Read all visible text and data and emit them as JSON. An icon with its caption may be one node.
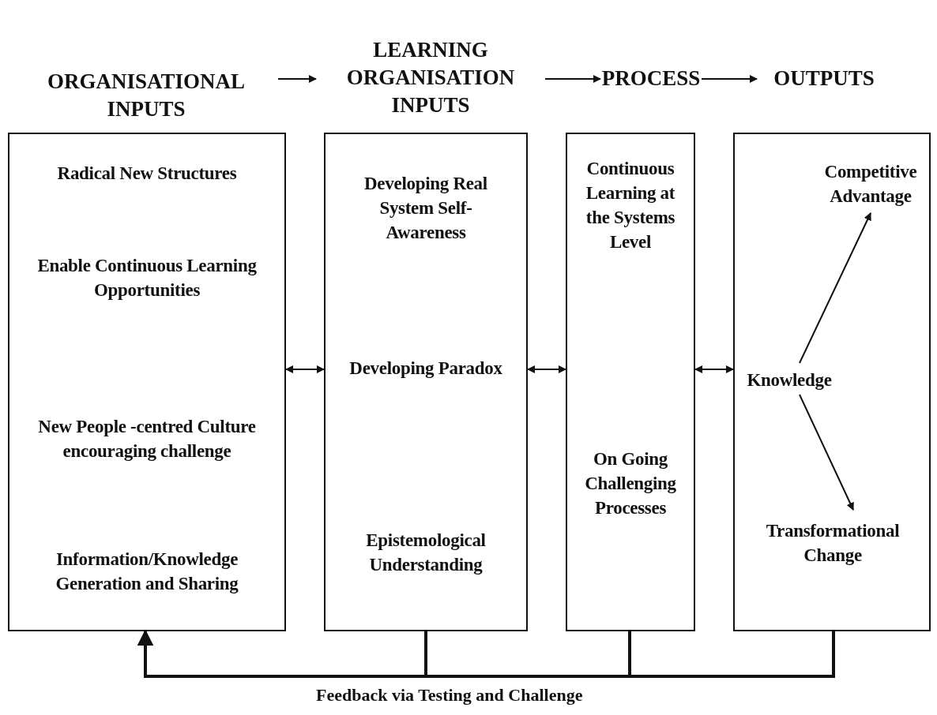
{
  "diagram": {
    "nodes": [
      {
        "text": [
          "ORGANISATIONAL INPUTS"
        ]
      },
      {
        "text": [
          "LEARNING ORGANISATION INPUTS"
        ]
      },
      {
        "text": [
          "PROCESS"
        ]
      },
      {
        "text": [
          "OUTPUTS"
        ]
      },
      {
        "text": [
          "Radical New Structures",
          "Enable Continuous Learning Opportunities",
          "New People -centred Culture encouraging challenge",
          "Information/Knowledge Generation and Sharing"
        ]
      },
      {
        "text": [
          "Developing Real System Self-Awareness",
          "Developing Paradox",
          "Epistemological Understanding"
        ]
      },
      {
        "text": [
          "Continuous Learning at the Systems Level",
          "On Going Challenging Processes"
        ]
      },
      {
        "text": [],
        "shape": "box"
      },
      {
        "text": [
          "Competitive Advantage"
        ],
        "in": 7
      },
      {
        "text": [
          "Knowledge"
        ],
        "in": 7
      },
      {
        "text": [
          "Transformational Change"
        ],
        "in": 7
      }
    ],
    "edges": [
      {
        "from": 0,
        "to": 1,
        "arrow": "to"
      },
      {
        "from": 1,
        "to": 2,
        "arrow": "to"
      },
      {
        "from": 2,
        "to": 3,
        "arrow": "to"
      },
      {
        "from": 4,
        "to": 5,
        "arrow": "both"
      },
      {
        "from": 5,
        "to": 6,
        "arrow": "both"
      },
      {
        "from": 6,
        "to": 7,
        "arrow": "both"
      },
      {
        "from": 9,
        "to": 8,
        "arrow": "to"
      },
      {
        "from": 9,
        "to": 10,
        "arrow": "to"
      },
      {
        "from": 5,
        "to": 4,
        "arrow": "to",
        "style": "thick"
      },
      {
        "from": 6,
        "to": 4,
        "arrow": "to",
        "style": "thick"
      },
      {
        "from": 7,
        "to": 4,
        "arrow": "to",
        "style": "thick"
      }
    ],
    "labels": [
      "Feedback via Testing and Challenge"
    ]
  }
}
